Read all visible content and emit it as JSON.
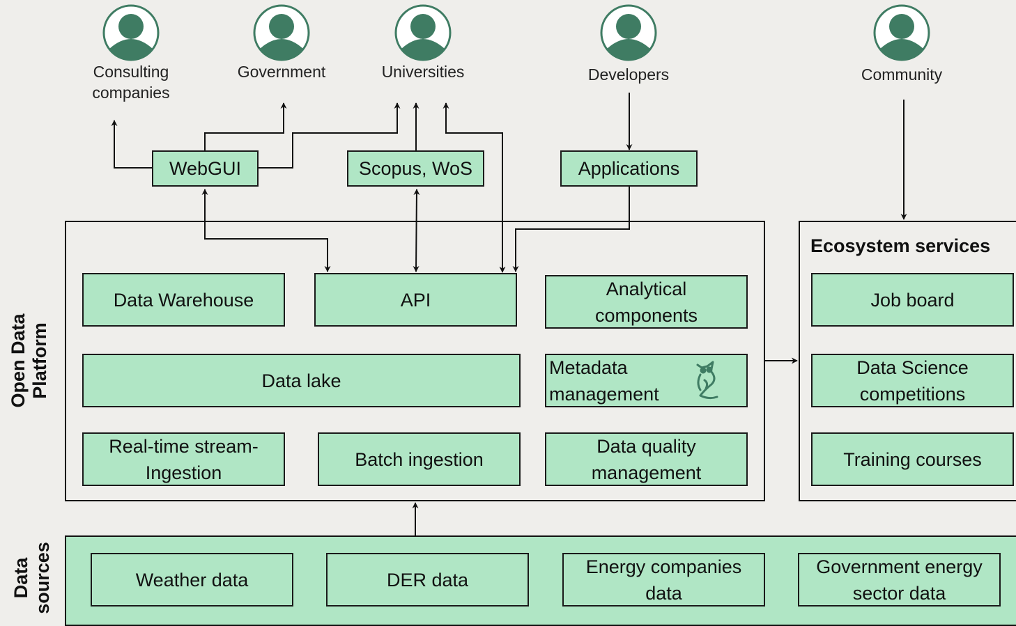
{
  "actors": {
    "consulting": "Consulting\ncompanies",
    "government": "Government",
    "universities": "Universities",
    "developers": "Developers",
    "community": "Community"
  },
  "gateways": {
    "webgui": "WebGUI",
    "scopus": "Scopus, WoS",
    "applications": "Applications"
  },
  "platform": {
    "label": "Open Data\nPlatform",
    "data_warehouse": "Data Warehouse",
    "api": "API",
    "analytical": "Analytical\ncomponents",
    "data_lake": "Data lake",
    "metadata": "Metadata\nmanagement",
    "realtime": "Real-time stream-\nIngestion",
    "batch": "Batch ingestion",
    "quality": "Data quality\nmanagement"
  },
  "ecosystem": {
    "title": "Ecosystem services",
    "job_board": "Job board",
    "competitions": "Data Science\ncompetitions",
    "training": "Training courses"
  },
  "sources": {
    "label": "Data\nsources",
    "weather": "Weather data",
    "der": "DER data",
    "energy": "Energy companies\ndata",
    "gov_energy": "Government energy\nsector data"
  },
  "colors": {
    "box_fill": "#b0e6c5",
    "icon_green": "#3f7c63",
    "background": "#efeeeb"
  },
  "icons": {
    "actor": "user-circle-icon",
    "metadata": "owl-mascot-icon"
  }
}
